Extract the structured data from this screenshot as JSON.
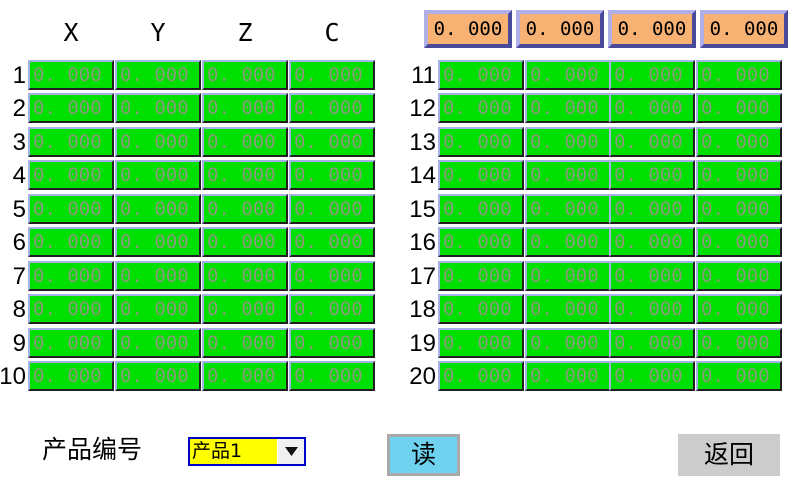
{
  "colors": {
    "cell_background": "#00e000",
    "cell_text": "#8a9a7a",
    "orange_field_background": "#f7b273",
    "orange_border_light": "#b0b0e8",
    "orange_border_dark": "#4a4a9a",
    "combo_background": "#ffff00",
    "combo_border": "#0000cc",
    "read_button_background": "#6fd2ef",
    "back_button_background": "#cccccc",
    "page_background": "#ffffff"
  },
  "headers": {
    "columns": [
      "X",
      "Y",
      "Z",
      "C"
    ]
  },
  "current_position": {
    "values": [
      "0. 000",
      "0. 000",
      "0. 000",
      "0. 000"
    ]
  },
  "left_table": {
    "row_labels": [
      "1",
      "2",
      "3",
      "4",
      "5",
      "6",
      "7",
      "8",
      "9",
      "10"
    ],
    "rows": [
      [
        "0. 000",
        "0. 000",
        "0. 000",
        "0. 000"
      ],
      [
        "0. 000",
        "0. 000",
        "0. 000",
        "0. 000"
      ],
      [
        "0. 000",
        "0. 000",
        "0. 000",
        "0. 000"
      ],
      [
        "0. 000",
        "0. 000",
        "0. 000",
        "0. 000"
      ],
      [
        "0. 000",
        "0. 000",
        "0. 000",
        "0. 000"
      ],
      [
        "0. 000",
        "0. 000",
        "0. 000",
        "0. 000"
      ],
      [
        "0. 000",
        "0. 000",
        "0. 000",
        "0. 000"
      ],
      [
        "0. 000",
        "0. 000",
        "0. 000",
        "0. 000"
      ],
      [
        "0. 000",
        "0. 000",
        "0. 000",
        "0. 000"
      ],
      [
        "0. 000",
        "0. 000",
        "0. 000",
        "0. 000"
      ]
    ]
  },
  "right_table": {
    "row_labels": [
      "11",
      "12",
      "13",
      "14",
      "15",
      "16",
      "17",
      "18",
      "19",
      "20"
    ],
    "rows": [
      [
        "0. 000",
        "0. 000",
        "0. 000",
        "0. 000"
      ],
      [
        "0. 000",
        "0. 000",
        "0. 000",
        "0. 000"
      ],
      [
        "0. 000",
        "0. 000",
        "0. 000",
        "0. 000"
      ],
      [
        "0. 000",
        "0. 000",
        "0. 000",
        "0. 000"
      ],
      [
        "0. 000",
        "0. 000",
        "0. 000",
        "0. 000"
      ],
      [
        "0. 000",
        "0. 000",
        "0. 000",
        "0. 000"
      ],
      [
        "0. 000",
        "0. 000",
        "0. 000",
        "0. 000"
      ],
      [
        "0. 000",
        "0. 000",
        "0. 000",
        "0. 000"
      ],
      [
        "0. 000",
        "0. 000",
        "0. 000",
        "0. 000"
      ],
      [
        "0. 000",
        "0. 000",
        "0. 000",
        "0. 000"
      ]
    ]
  },
  "footer": {
    "product_label": "产品编号",
    "product_select": {
      "value": "产品1",
      "options": [
        "产品1"
      ],
      "arrow_icon": "chevron-down-icon"
    },
    "read_button": "读",
    "back_button": "返回"
  }
}
